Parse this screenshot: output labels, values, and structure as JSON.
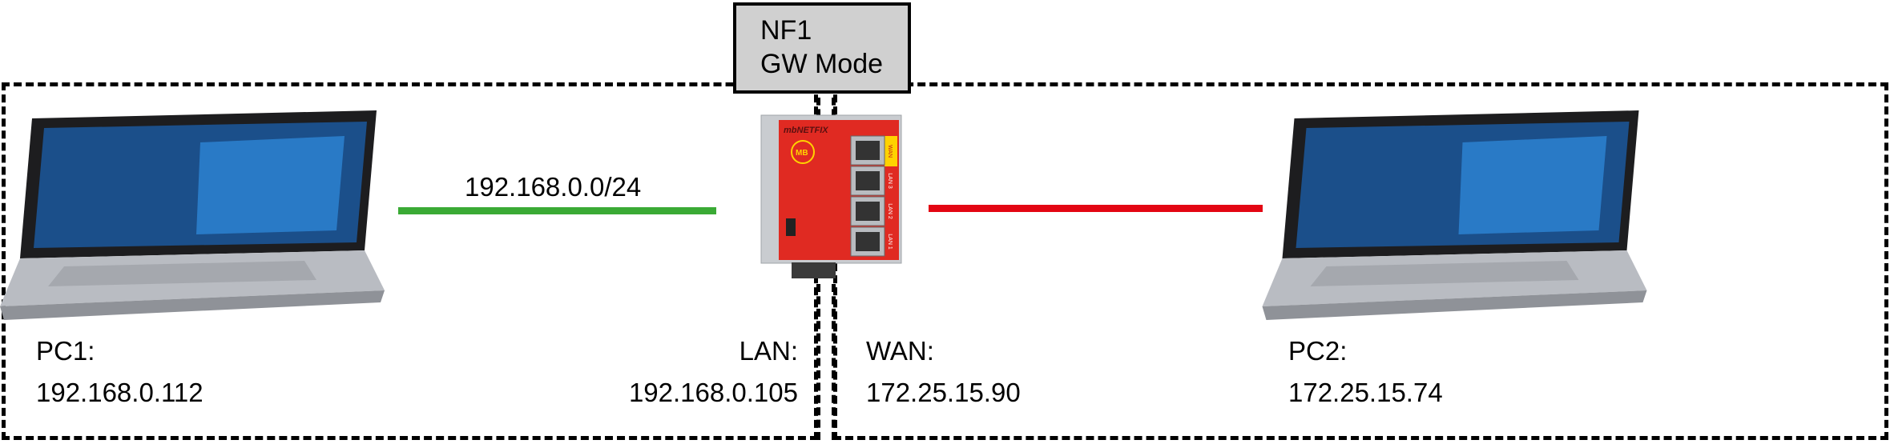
{
  "gateway_box": {
    "line1": "NF1",
    "line2": "GW Mode"
  },
  "router": {
    "brand": "mbNETFIX",
    "logo": "MB",
    "ports": [
      "WAN",
      "LAN 3",
      "LAN 2",
      "LAN 1"
    ]
  },
  "links": {
    "lan_subnet": "192.168.0.0/24",
    "lan_color": "#3aaa35",
    "wan_color": "#e30613"
  },
  "pc1": {
    "label": "PC1:",
    "ip": "192.168.0.112"
  },
  "lan": {
    "label": "LAN:",
    "ip": "192.168.0.105"
  },
  "wan": {
    "label": "WAN:",
    "ip": "172.25.15.90"
  },
  "pc2": {
    "label": "PC2:",
    "ip": "172.25.15.74"
  }
}
